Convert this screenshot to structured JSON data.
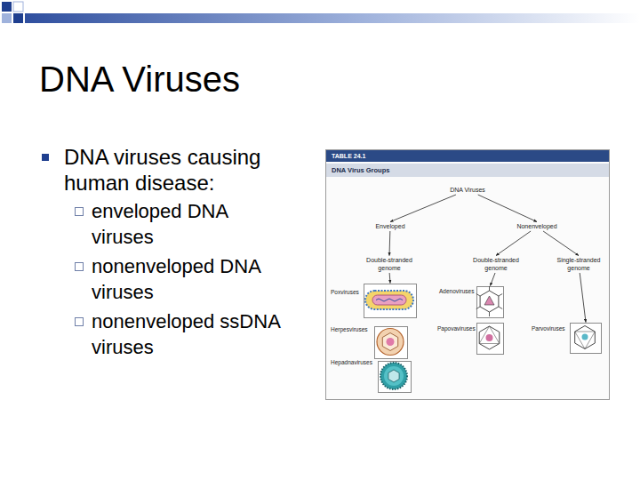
{
  "diagram": {
    "title": "DNA Viruses",
    "nodes": [
      {
        "text": [
          "TABLE 24.1",
          "DNA Virus Groups"
        ]
      },
      {
        "text": [
          "DNA Viruses"
        ],
        "in": 0
      },
      {
        "text": [
          "Enveloped"
        ],
        "in": 0
      },
      {
        "text": [
          "Nonenveloped"
        ],
        "in": 0
      },
      {
        "text": [
          "Double-stranded genome"
        ],
        "in": 0
      },
      {
        "text": [
          "Double-stranded genome"
        ],
        "in": 0
      },
      {
        "text": [
          "Single-stranded genome"
        ],
        "in": 0
      },
      {
        "text": [
          "Poxviruses"
        ],
        "in": 0
      },
      {
        "text": [
          "Adenoviruses"
        ],
        "in": 0
      },
      {
        "text": [
          "Herpesviruses"
        ],
        "in": 0
      },
      {
        "text": [
          "Papovaviruses"
        ],
        "in": 0
      },
      {
        "text": [
          "Parvoviruses"
        ],
        "in": 0
      },
      {
        "text": [
          "Hepadnaviruses"
        ],
        "in": 0
      }
    ],
    "edges": [
      {
        "from": 1,
        "to": 2,
        "arrow": "to"
      },
      {
        "from": 1,
        "to": 3,
        "arrow": "to"
      },
      {
        "from": 2,
        "to": 4,
        "arrow": "to"
      },
      {
        "from": 3,
        "to": 5,
        "arrow": "to"
      },
      {
        "from": 3,
        "to": 6,
        "arrow": "to"
      },
      {
        "from": 4,
        "to": 7,
        "arrow": "to"
      },
      {
        "from": 5,
        "to": 8,
        "arrow": "to"
      },
      {
        "from": 6,
        "to": 11,
        "arrow": "to"
      }
    ],
    "labels": [
      "DNA viruses causing human disease:",
      "enveloped DNA viruses",
      "nonenveloped DNA viruses",
      "nonenveloped ssDNA viruses"
    ]
  }
}
